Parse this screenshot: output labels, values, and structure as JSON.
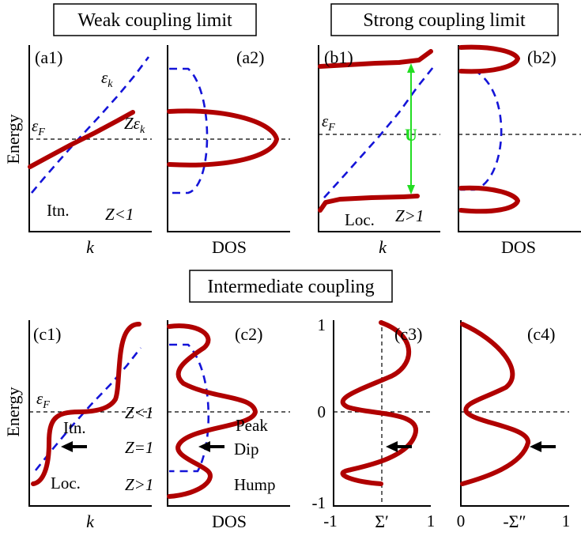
{
  "titles": {
    "weak": "Weak coupling limit",
    "strong": "Strong coupling limit",
    "intermediate": "Intermediate coupling"
  },
  "panels": {
    "a1": "(a1)",
    "a2": "(a2)",
    "b1": "(b1)",
    "b2": "(b2)",
    "c1": "(c1)",
    "c2": "(c2)",
    "c3": "(c3)",
    "c4": "(c4)"
  },
  "axes": {
    "energy": "Energy",
    "k": "k",
    "dos": "DOS",
    "sigma_real": "Σ′",
    "sigma_imag": "-Σ″"
  },
  "labels": {
    "eps_k_base": "ε",
    "eps_k_sub": "k",
    "eps_F_base": "ε",
    "eps_F_sub": "F",
    "z_eps_k": "Zε",
    "z_eps_k_sub": "k",
    "itn": "Itn.",
    "loc": "Loc.",
    "z_lt_1": "Z<1",
    "z_gt_1": "Z>1",
    "z_eq_1": "Z=1",
    "u": "U",
    "peak": "Peak",
    "dip": "Dip",
    "hump": "Hump"
  },
  "ticks": {
    "c3_y_top": "1",
    "c3_y_mid": "0",
    "c3_y_bot": "-1",
    "c3_x_left": "-1",
    "c3_x_right": "1",
    "c4_x_left": "0",
    "c4_x_right": "1"
  },
  "colors": {
    "band": "#b00000",
    "bare_band": "#1414d8",
    "u_arrow": "#22dd22",
    "arrow": "#000000"
  }
}
